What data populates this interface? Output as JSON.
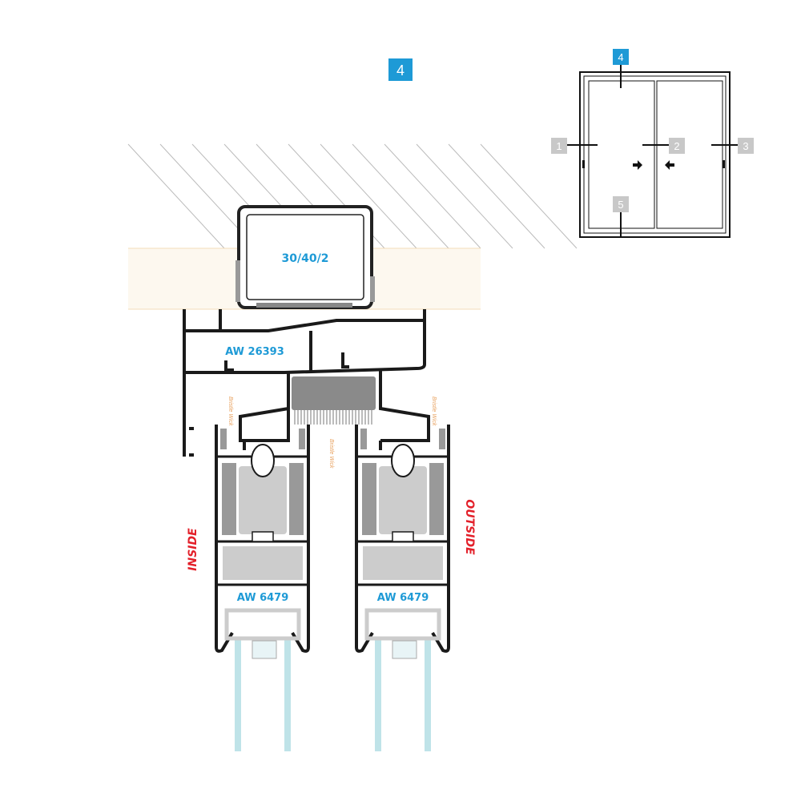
{
  "section_badge": {
    "label": "4",
    "color": "#1e9ad6"
  },
  "labels": {
    "anchor_tube": "30/40/2",
    "head_track": "AW 26393",
    "sash_inside": "AW 6479",
    "sash_outside": "AW 6479",
    "inside": "INSIDE",
    "outside": "OUTSIDE",
    "bristle_wick_left": "Bristle Wick",
    "bristle_wick_center": "Bristle Wick",
    "bristle_wick_right": "Bristle Wick"
  },
  "keyplan": {
    "markers": [
      {
        "label": "1",
        "active": false
      },
      {
        "label": "2",
        "active": false
      },
      {
        "label": "3",
        "active": false
      },
      {
        "label": "4",
        "active": true
      },
      {
        "label": "5",
        "active": false
      }
    ]
  },
  "colors": {
    "accent": "#1e9ad6",
    "side_label": "#e3202a",
    "glass": "#bfe3e8",
    "wick": "#e8a260"
  }
}
